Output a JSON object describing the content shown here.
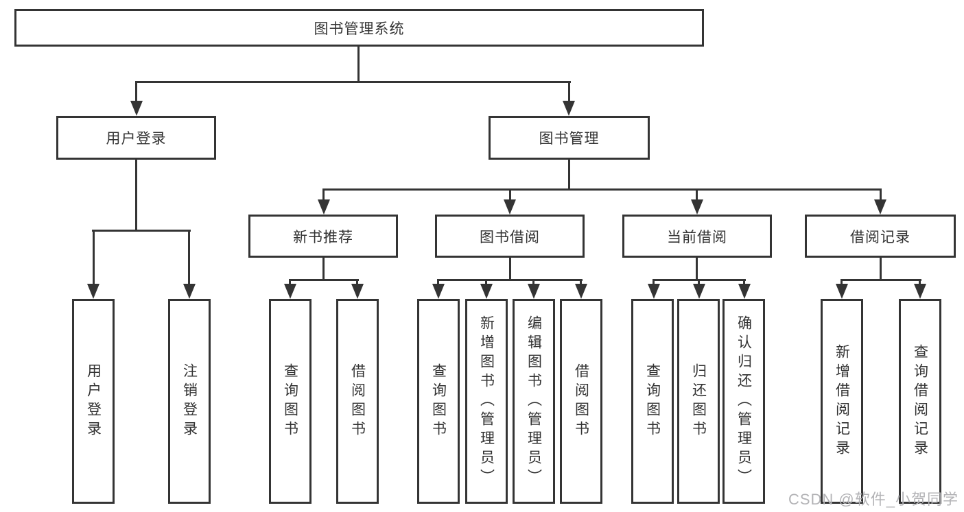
{
  "diagram": {
    "tree": {
      "label": "图书管理系统",
      "children": [
        {
          "label": "用户登录",
          "children": [
            {
              "label": "用户登录"
            },
            {
              "label": "注销登录"
            }
          ]
        },
        {
          "label": "图书管理",
          "children": [
            {
              "label": "新书推荐",
              "children": [
                {
                  "label": "查询图书"
                },
                {
                  "label": "借阅图书"
                }
              ]
            },
            {
              "label": "图书借阅",
              "children": [
                {
                  "label": "查询图书"
                },
                {
                  "label": "新增图书（管理员）"
                },
                {
                  "label": "编辑图书（管理员）"
                },
                {
                  "label": "借阅图书"
                }
              ]
            },
            {
              "label": "当前借阅",
              "children": [
                {
                  "label": "查询图书"
                },
                {
                  "label": "归还图书"
                },
                {
                  "label": "确认归还（管理员）"
                }
              ]
            },
            {
              "label": "借阅记录",
              "children": [
                {
                  "label": "新增借阅记录"
                },
                {
                  "label": "查询借阅记录"
                }
              ]
            }
          ]
        }
      ]
    }
  },
  "watermark": "CSDN @软件_小贺同学",
  "colors": {
    "line": "#343434",
    "text": "#333333",
    "background": "#ffffff",
    "watermark": "#b3b3b6"
  }
}
